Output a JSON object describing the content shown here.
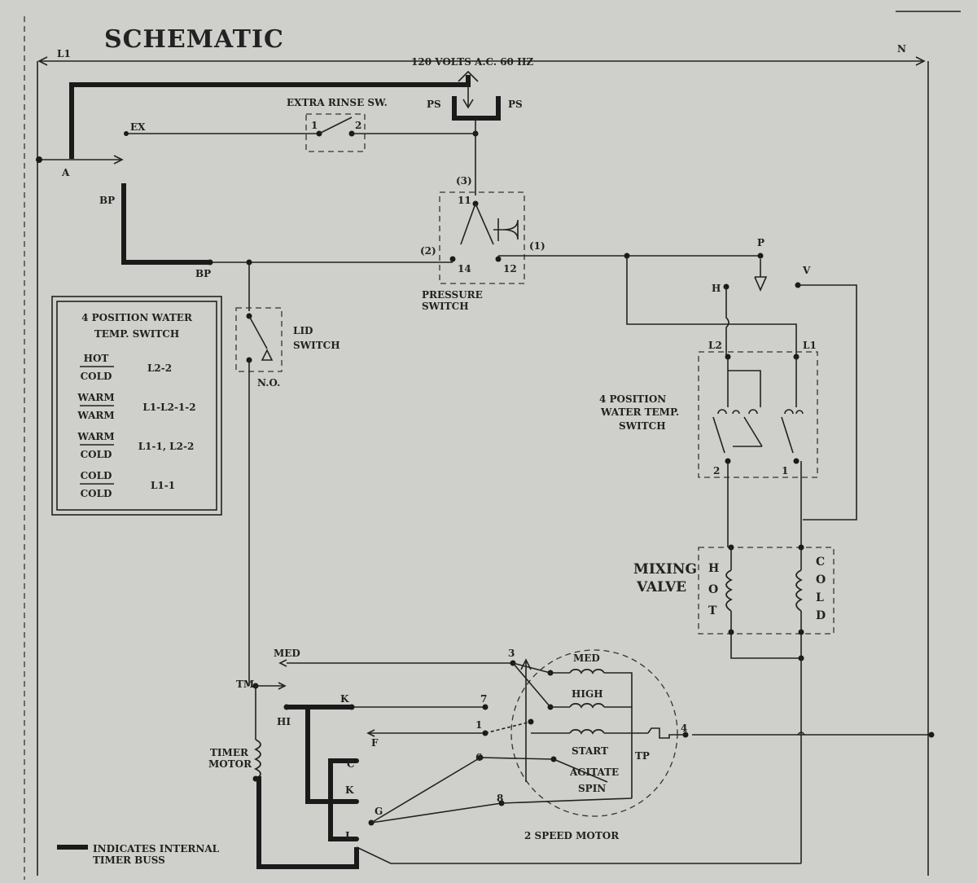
{
  "title": "SCHEMATIC",
  "supply": {
    "l1": "L1",
    "n": "N",
    "voltage": "120 VOLTS A.C. 60 HZ"
  },
  "terminals": {
    "a": "A",
    "ex": "EX",
    "bp_left": "BP",
    "bp_bus": "BP",
    "ps_left": "PS",
    "ps_right": "PS",
    "p": "P",
    "h": "H",
    "v": "V",
    "l2": "L2",
    "l1": "L1",
    "med": "MED",
    "hi": "HI",
    "tm": "TM",
    "k": "K",
    "f": "F",
    "c": "C",
    "k2": "K",
    "g": "G",
    "l": "L",
    "tp": "TP",
    "n3": "3",
    "n7": "7",
    "n1": "1",
    "n6": "6",
    "n8": "8",
    "n4": "4",
    "sw2": "2",
    "sw1": "1"
  },
  "extra_rinse": {
    "label": "EXTRA RINSE SW.",
    "pin1": "1",
    "pin2": "2"
  },
  "pressure_switch": {
    "label_line1": "PRESSURE",
    "label_line2": "SWITCH",
    "p3": "(3)",
    "p2": "(2)",
    "p1": "(1)",
    "c11": "11",
    "c14": "14",
    "c12": "12"
  },
  "lid_switch": {
    "line1": "LID",
    "line2": "SWITCH",
    "no": "N.O."
  },
  "water_temp_switch": {
    "line1": "4 POSITION",
    "line2": "WATER TEMP.",
    "line3": "SWITCH"
  },
  "mixing_valve": {
    "line1": "MIXING",
    "line2": "VALVE",
    "hot": [
      "H",
      "O",
      "T"
    ],
    "cold": [
      "C",
      "O",
      "L",
      "D"
    ]
  },
  "timer_motor": {
    "line1": "TIMER",
    "line2": "MOTOR"
  },
  "motor": {
    "label": "2 SPEED MOTOR",
    "windings": [
      "MED",
      "HIGH",
      "START"
    ],
    "agitate": "AGITATE",
    "spin": "SPIN"
  },
  "legend_table": {
    "heading_line1": "4 POSITION WATER",
    "heading_line2": "TEMP. SWITCH",
    "rows": [
      {
        "top": "HOT",
        "bottom": "COLD",
        "value": "L2-2"
      },
      {
        "top": "WARM",
        "bottom": "WARM",
        "value": "L1-L2-1-2"
      },
      {
        "top": "WARM",
        "bottom": "COLD",
        "value": "L1-1, L2-2"
      },
      {
        "top": "COLD",
        "bottom": "COLD",
        "value": "L1-1"
      }
    ]
  },
  "bus_note": {
    "line1": "INDICATES INTERNAL",
    "line2": "TIMER BUSS"
  }
}
